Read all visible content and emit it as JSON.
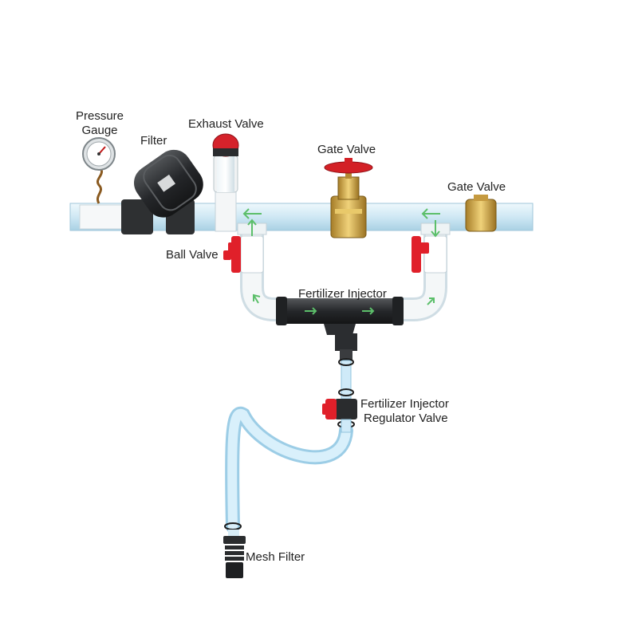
{
  "labels": {
    "pressure_gauge_line1": "Pressure",
    "pressure_gauge_line2": "Gauge",
    "filter": "Filter",
    "exhaust_valve": "Exhaust Valve",
    "gate_valve_main": "Gate Valve",
    "gate_valve_side": "Gate Valve",
    "ball_valve": "Ball Valve",
    "fertilizer_injector": "Fertilizer Injector",
    "regulator_line1": "Fertilizer Injector",
    "regulator_line2": "Regulator Valve",
    "mesh_filter": "Mesh Filter"
  },
  "colors": {
    "pipe": "#d7ecf6",
    "pipe_edge": "#a9cde0",
    "pvc_white": "#f4f6f7",
    "valve_red": "#e0202a",
    "brass": "#c9a24a",
    "black_part": "#2b2d2f",
    "hose": "#bfe3f6",
    "flow_arrow": "#5cbf6a"
  },
  "icons": [
    "pressure-gauge-icon",
    "filter-icon",
    "exhaust-valve-icon",
    "gate-valve-icon",
    "ball-valve-icon",
    "injector-icon",
    "regulator-valve-icon",
    "mesh-filter-icon",
    "flow-arrow-icon"
  ]
}
